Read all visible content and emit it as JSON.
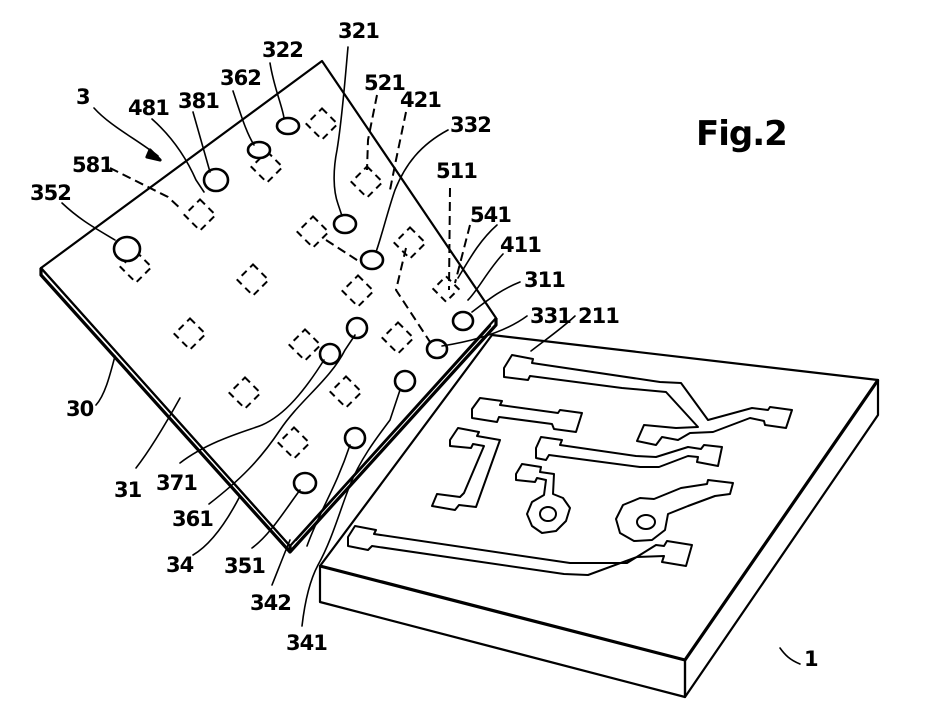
{
  "figure": {
    "title": "Fig.2",
    "labels": {
      "l3": "3",
      "l481": "481",
      "l381": "381",
      "l362": "362",
      "l322": "322",
      "l321": "321",
      "l521": "521",
      "l421": "421",
      "l332": "332",
      "l581": "581",
      "l352": "352",
      "l511": "511",
      "l541": "541",
      "l411": "411",
      "l311": "311",
      "l331": "331",
      "l211": "211",
      "l30": "30",
      "l31": "31",
      "l371": "371",
      "l361": "361",
      "l34": "34",
      "l351": "351",
      "l342": "342",
      "l341": "341",
      "l1": "1"
    },
    "components": {
      "chip": "3",
      "chip_top_face": "31",
      "chip_edge": "30",
      "chip_side": "34",
      "substrate": "1"
    }
  }
}
